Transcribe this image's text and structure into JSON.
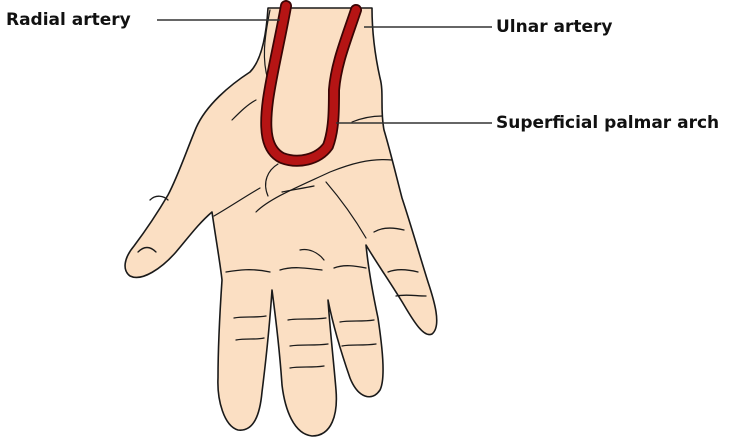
{
  "labels": {
    "radial_artery": "Radial artery",
    "ulnar_artery": "Ulnar artery",
    "superficial_palmar_arch": "Superficial palmar arch"
  },
  "colors": {
    "skin": "#fbdfc3",
    "outline": "#1a1a1a",
    "artery": "#b51414",
    "artery_outline": "#3a0505",
    "leader_line": "#333333"
  }
}
